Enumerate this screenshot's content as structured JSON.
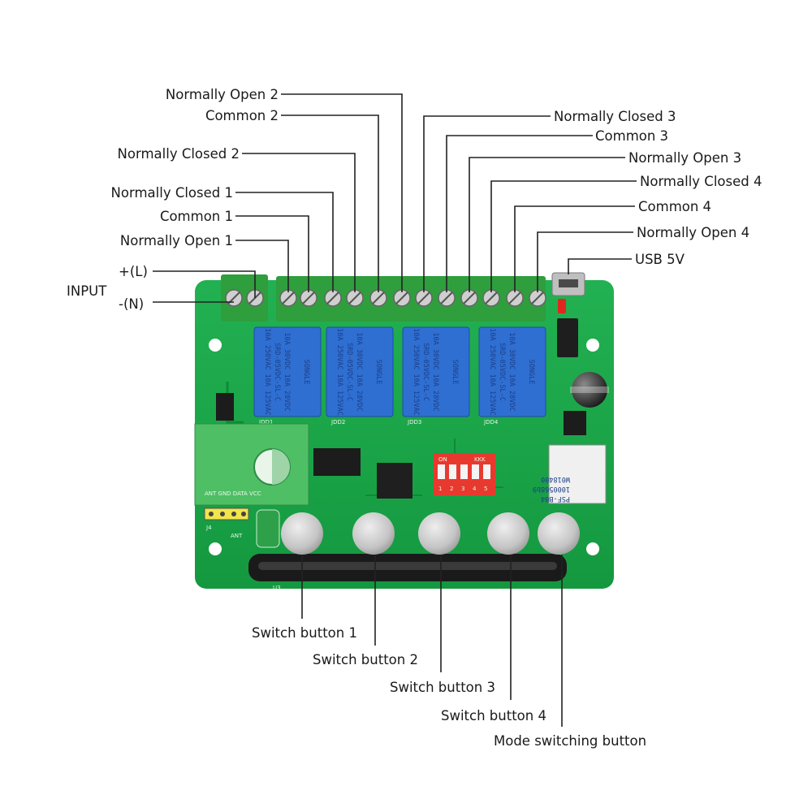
{
  "labels": {
    "input": "INPUT",
    "live": "+(L)",
    "neutral": "-(N)",
    "no1": "Normally Open 1",
    "c1": "Common 1",
    "nc1": "Normally Closed 1",
    "nc2": "Normally Closed 2",
    "c2": "Common 2",
    "no2": "Normally Open 2",
    "nc3": "Normally Closed 3",
    "c3": "Common 3",
    "no3": "Normally Open 3",
    "nc4": "Normally Closed 4",
    "c4": "Common 4",
    "no4": "Normally Open 4",
    "usb": "USB 5V",
    "sw1": "Switch button 1",
    "sw2": "Switch button 2",
    "sw3": "Switch button 3",
    "sw4": "Switch button 4",
    "mode": "Mode switching button"
  },
  "board": {
    "relay_model": "SRD-05VDC-SL-C",
    "relay_brand": "SONGLE",
    "relay_rating_1": "10A 250VAC  10A 125VAC",
    "relay_rating_2": "10A 30VDC  10A 28VDC",
    "relay_ids": [
      "JDD1",
      "JDD2",
      "JDD3",
      "JDD4"
    ],
    "dip_on": "ON",
    "dip_brand": "KKK",
    "dip_numbers": [
      "1",
      "2",
      "3",
      "4",
      "5"
    ],
    "module_name": "PSF-B04",
    "module_code": "1000568b9",
    "module_serial": "W018400",
    "ant_label": "ANT",
    "chip_label": "U3",
    "header_label": "J4"
  },
  "colors": {
    "pcb": "#1aa84a",
    "relay": "#2f6fd1",
    "terminal": "#2f9e3d",
    "dip": "#e8392f",
    "button": "#c8c8c8"
  }
}
